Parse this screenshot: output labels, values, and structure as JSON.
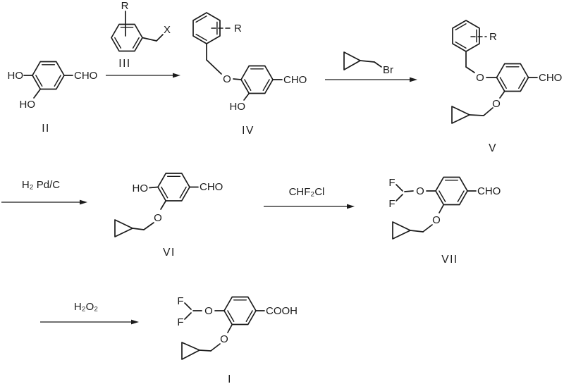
{
  "colors": {
    "ink": "#1b1b1b",
    "background": "#ffffff"
  },
  "compounds": {
    "II": {
      "label": "II",
      "oh_left": "HO",
      "oh_bottom": "HO",
      "cho": "CHO"
    },
    "III": {
      "label": "III",
      "r": "R",
      "x": "X"
    },
    "IV": {
      "label": "IV",
      "r": "R",
      "o_benzyl": "O",
      "oh": "HO",
      "cho": "CHO"
    },
    "V": {
      "label": "V",
      "r": "R",
      "o_benzyl": "O",
      "o_cyclopropylmethyl": "O",
      "cho": "CHO"
    },
    "VI": {
      "label": "VI",
      "oh": "HO",
      "o_cyclopropylmethyl": "O",
      "cho": "CHO"
    },
    "VII": {
      "label": "VII",
      "f_top": "F",
      "f_bottom": "F",
      "o_difluoromethyl": "O",
      "o_cyclopropylmethyl": "O",
      "cho": "CHO"
    },
    "I": {
      "label": "I",
      "f_top": "F",
      "f_bottom": "F",
      "o_difluoromethyl": "O",
      "o_cyclopropylmethyl": "O",
      "cooh": "COOH"
    }
  },
  "reagents": {
    "step2_bromide": "Br",
    "step3": "H₂ Pd/C",
    "step4": "CHF₂Cl",
    "step5": "H₂O₂"
  }
}
